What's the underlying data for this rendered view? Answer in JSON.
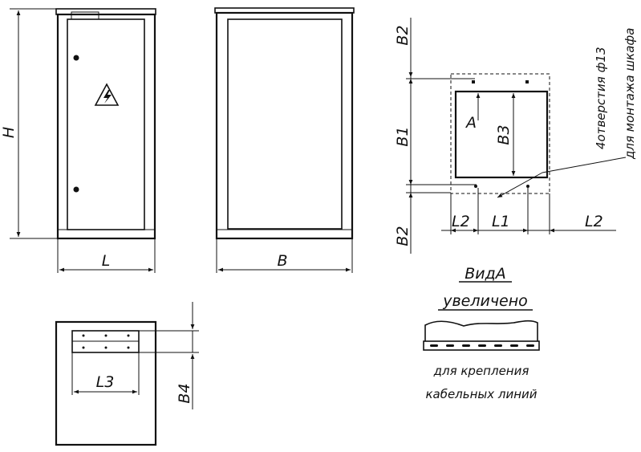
{
  "colors": {
    "ink": "#111111",
    "paper": "#ffffff"
  },
  "front_view": {
    "height_label": "H",
    "width_label": "L",
    "nameplate_text": "",
    "warning_icon": "high-voltage-warning-icon"
  },
  "side_view": {
    "depth_label": "B"
  },
  "plan_view": {
    "b2_top_label": "B2",
    "b1_label": "B1",
    "b2_bottom_label": "B2",
    "a_label": "A",
    "b3_label": "B3",
    "l2_left_label": "L2",
    "l1_label": "L1",
    "l2_right_label": "L2",
    "holes_note_line1": "4отверстия ф13",
    "holes_note_line2": "для монтажа шкафа"
  },
  "view_a": {
    "title": "ВидА",
    "subtitle": "увеличено",
    "caption_line1": "для крепления",
    "caption_line2": "кабельных линий"
  },
  "bottom_view": {
    "width_label": "L3",
    "height_label": "B4"
  }
}
